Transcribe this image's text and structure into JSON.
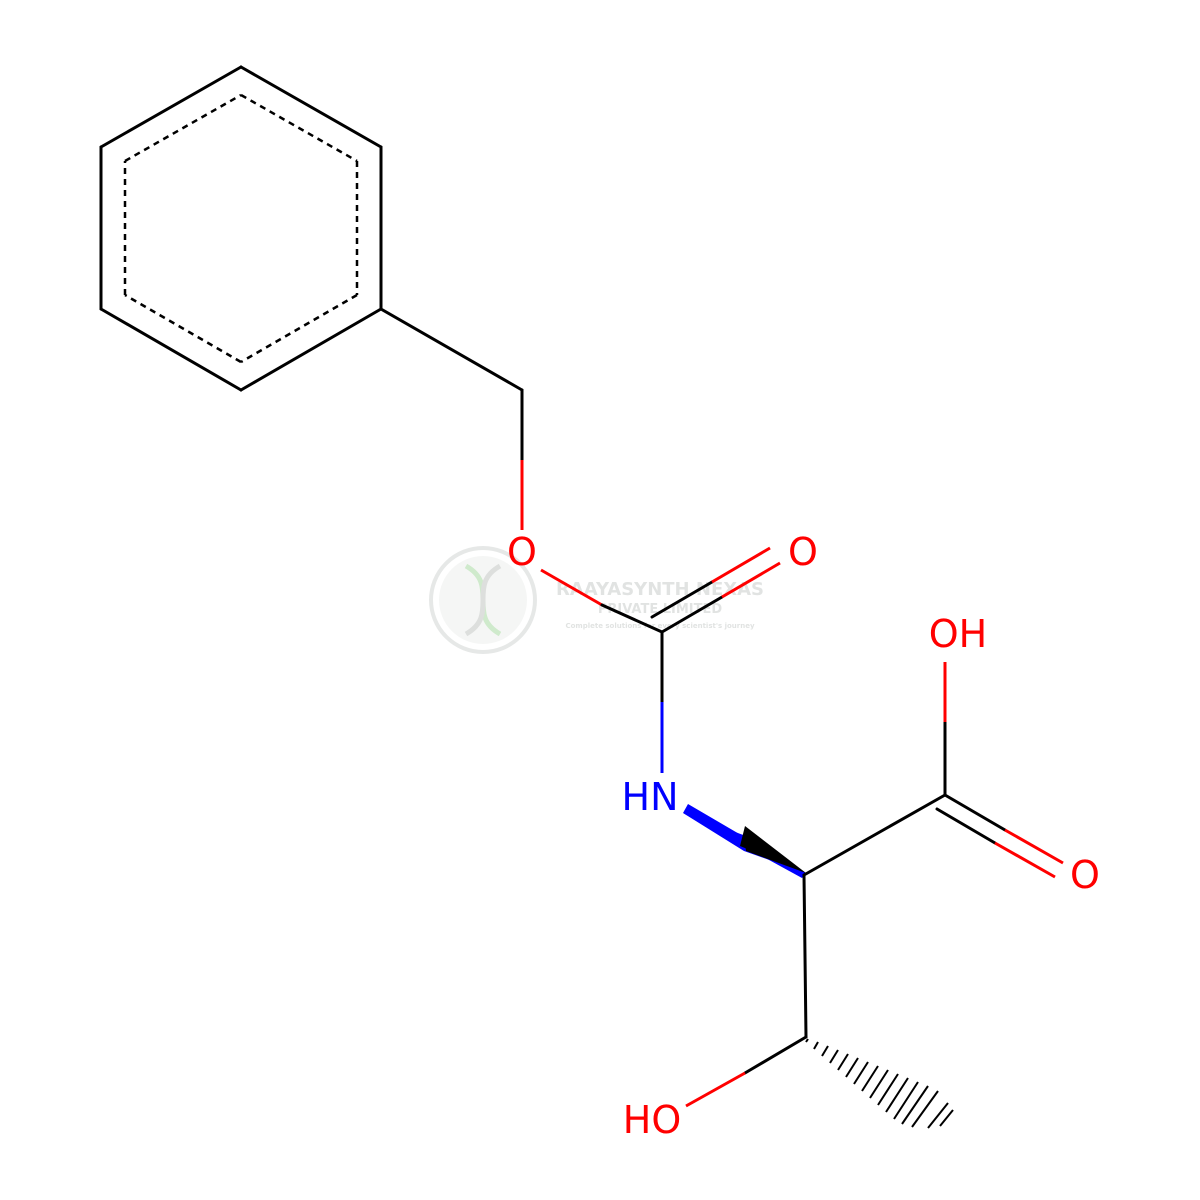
{
  "colors": {
    "carbon": "#000000",
    "oxygen": "#ff0000",
    "nitrogen": "#0000ff",
    "background": "#ffffff",
    "watermark": "#c9cdcb"
  },
  "atoms": {
    "o_ester": "O",
    "o_carbonyl": "O",
    "oh_acid": "OH",
    "o_acid": "O",
    "nh": "HN",
    "oh_side": "HO"
  },
  "watermark": {
    "line1": "RAAYASYNTH NEXAS",
    "line2": "PRIVATE LIMITED",
    "line3": "Complete solutions for every scientist's journey"
  }
}
